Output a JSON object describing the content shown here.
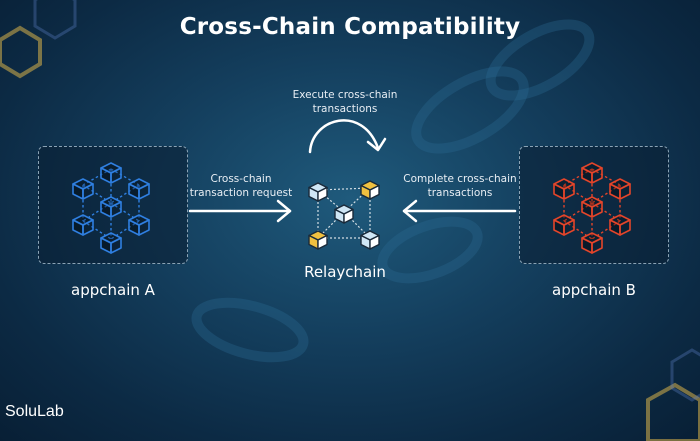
{
  "title": "Cross-Chain Compatibility",
  "nodes": {
    "appchain_a": {
      "label": "appchain A",
      "color": "#2f7fe0"
    },
    "relaychain": {
      "label": "Relaychain",
      "color_light": "#cfe6f5",
      "color_gold": "#f0c040"
    },
    "appchain_b": {
      "label": "appchain B",
      "color": "#e3452a"
    }
  },
  "edges": {
    "a_to_relay": "Cross-chain transaction request",
    "relay_loop": "Execute cross-chain transactions",
    "b_to_relay": "Complete cross-chain transactions"
  },
  "brand": "SoluLab"
}
